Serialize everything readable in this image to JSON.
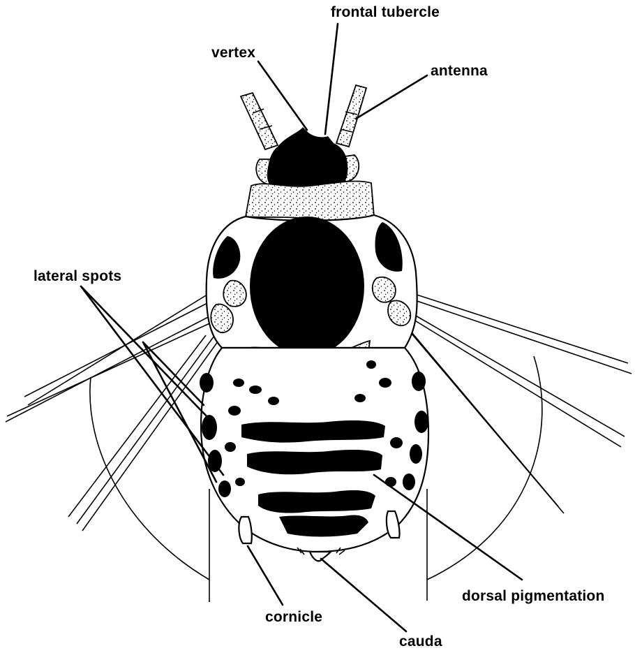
{
  "labels": {
    "frontal_tubercle": "frontal tubercle",
    "vertex": "vertex",
    "antenna": "antenna",
    "lateral_spots": "lateral spots",
    "dorsal_pigmentation": "dorsal pigmentation",
    "cornicle": "cornicle",
    "cauda": "cauda"
  }
}
